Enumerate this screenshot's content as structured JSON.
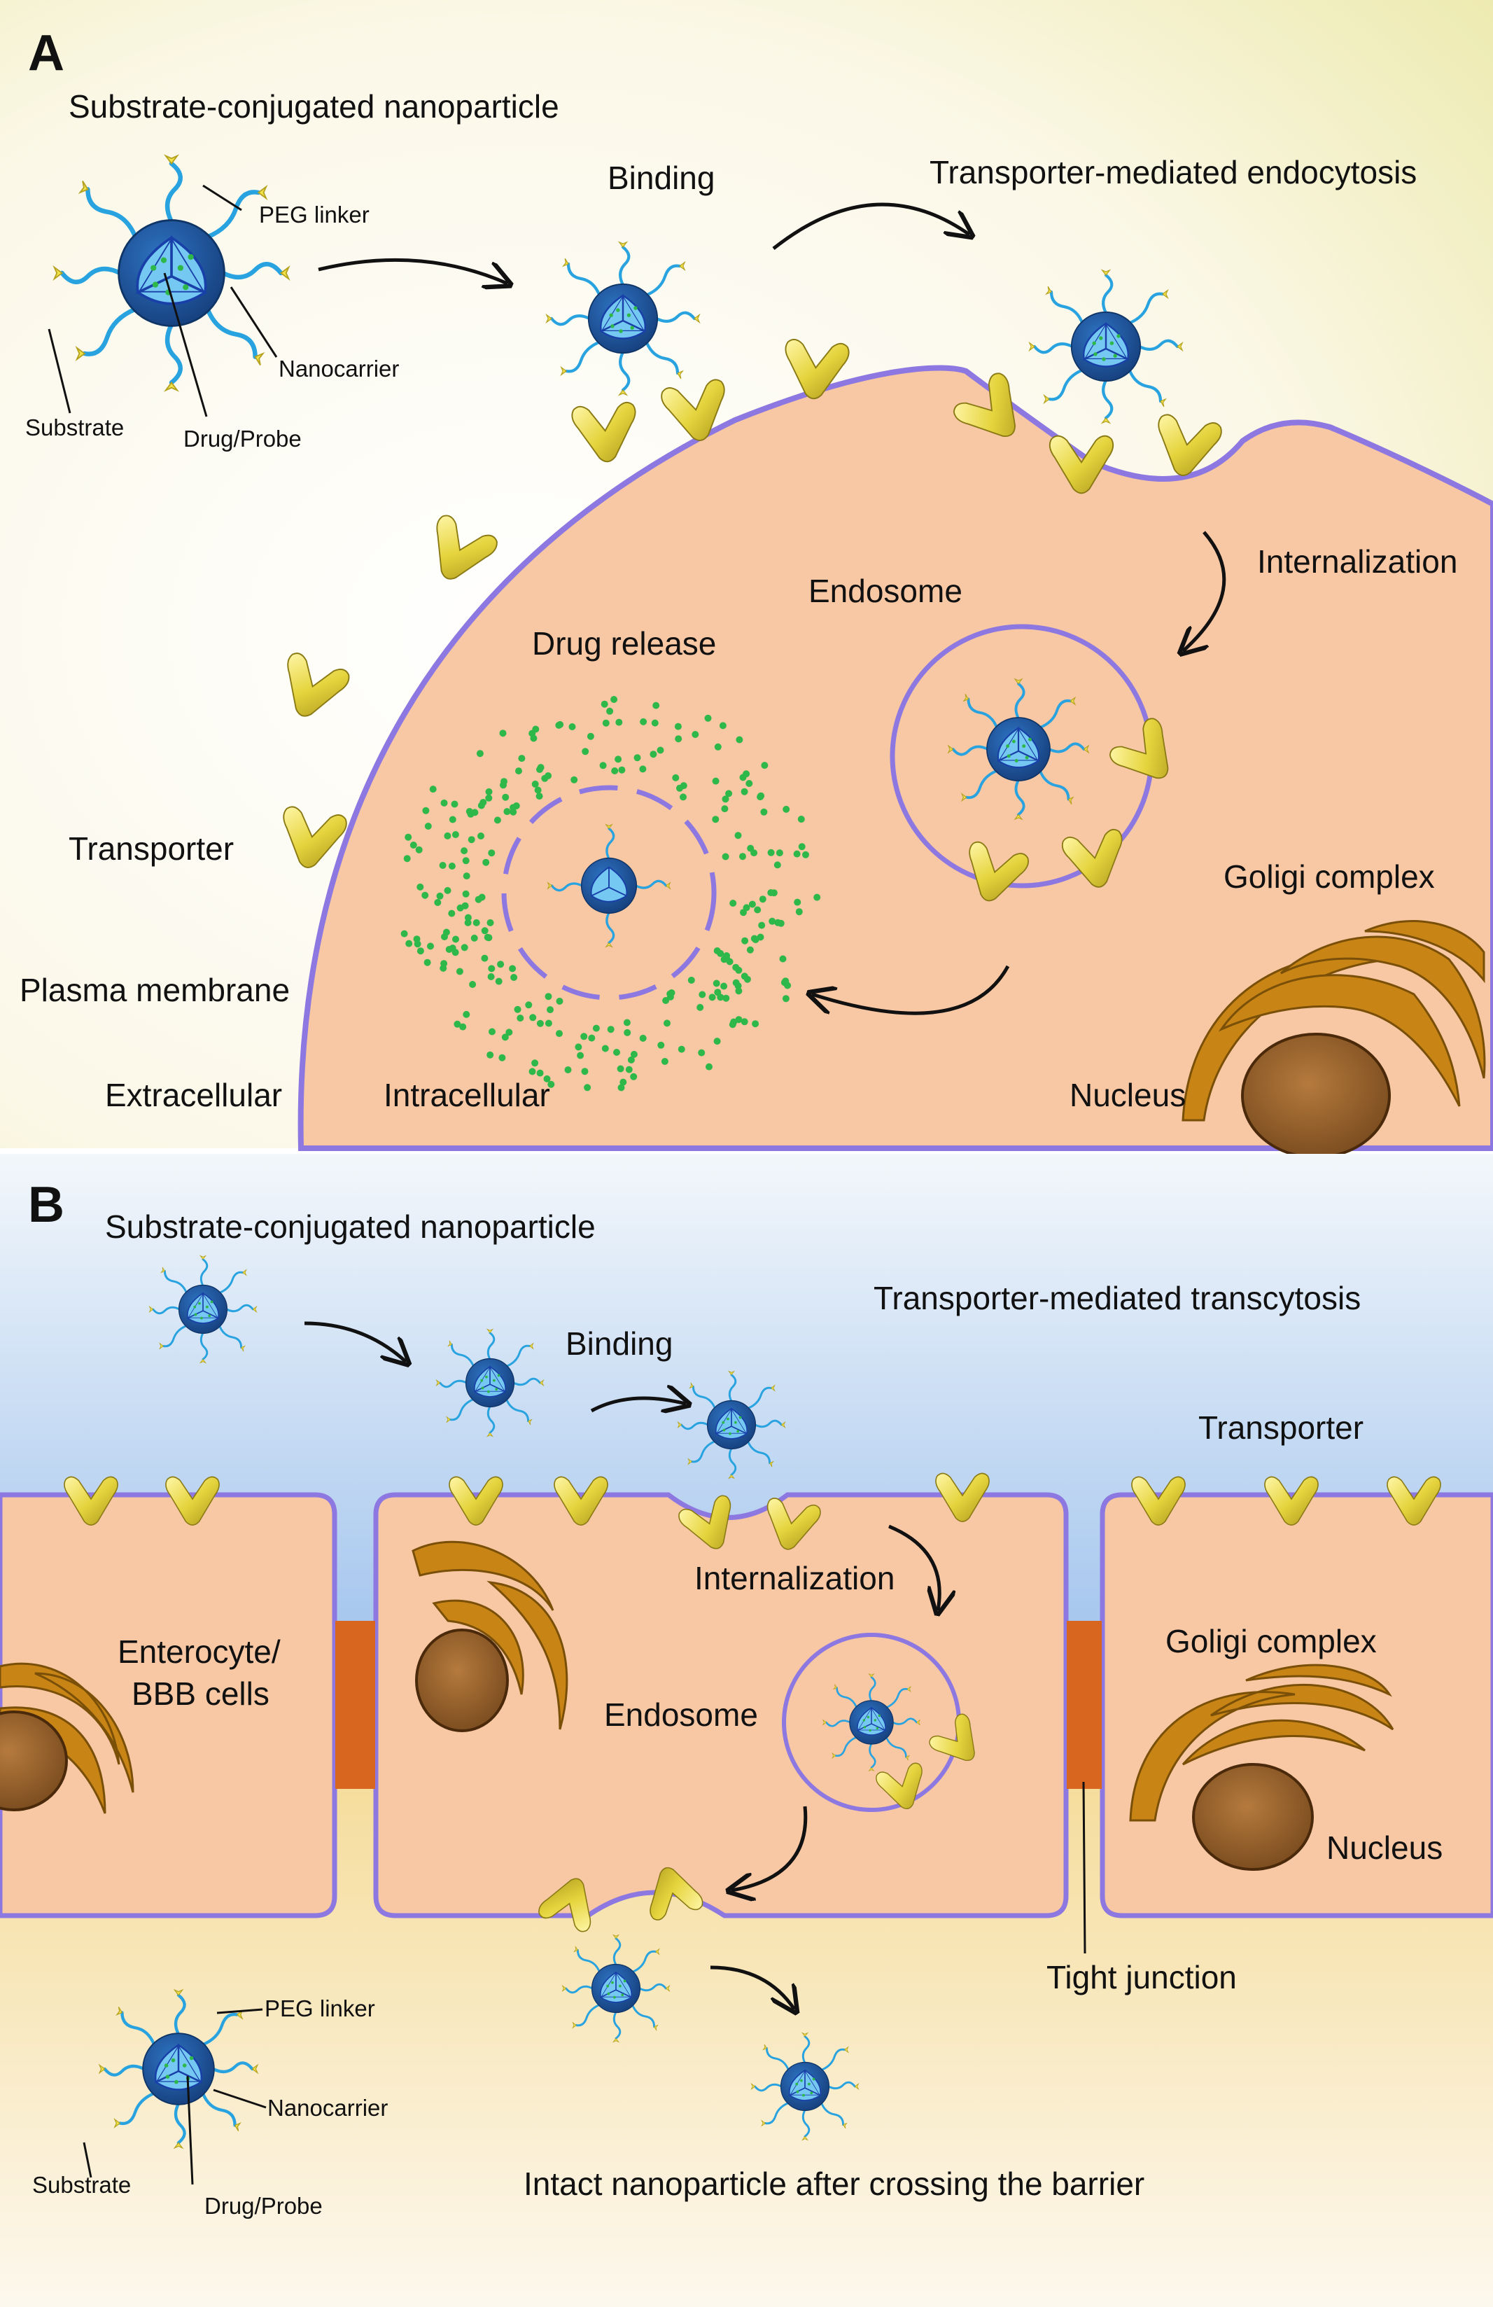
{
  "panel_a": {
    "letter": "A",
    "title": "Substrate-conjugated nanoparticle",
    "legend": {
      "peg_linker": "PEG linker",
      "nanocarrier": "Nanocarrier",
      "substrate": "Substrate",
      "drug_probe": "Drug/Probe"
    },
    "binding": "Binding",
    "endocytosis": "Transporter-mediated endocytosis",
    "internalization": "Internalization",
    "endosome": "Endosome",
    "drug_release": "Drug release",
    "transporter": "Transporter",
    "plasma_membrane": "Plasma membrane",
    "extracellular": "Extracellular",
    "intracellular": "Intracellular",
    "golgi": "Goligi complex",
    "nucleus": "Nucleus"
  },
  "panel_b": {
    "letter": "B",
    "title": "Substrate-conjugated nanoparticle",
    "transcytosis": "Transporter-mediated transcytosis",
    "binding": "Binding",
    "transporter": "Transporter",
    "internalization": "Internalization",
    "cell_label_1": "Enterocyte/",
    "cell_label_2": "BBB cells",
    "endosome": "Endosome",
    "golgi": "Goligi complex",
    "nucleus": "Nucleus",
    "tight_junction": "Tight junction",
    "legend": {
      "peg_linker": "PEG linker",
      "nanocarrier": "Nanocarrier",
      "substrate": "Substrate",
      "drug_probe": "Drug/Probe"
    },
    "intact": "Intact nanoparticle after crossing the barrier"
  },
  "colors": {
    "cell": "#f8c7a4",
    "membrane": "#8c78e0",
    "nanocarrier_shell": "#1f5aa6",
    "nanocarrier_core": "#6ec6f0",
    "linker": "#2aa5e0",
    "transporter": "#e8d94a",
    "golgi": "#c88516",
    "nucleus": "#a0692f",
    "tight_junction": "#d9661f",
    "drug": "#2fb84a"
  }
}
